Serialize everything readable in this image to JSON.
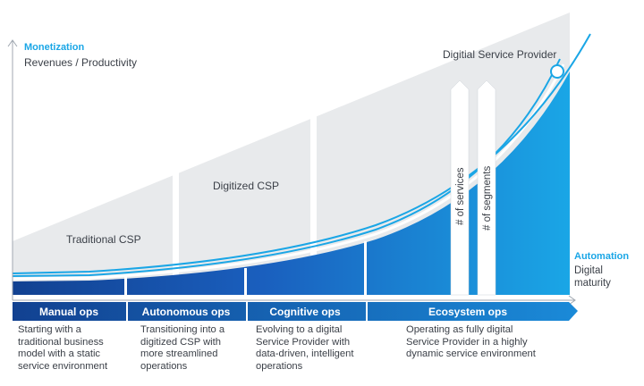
{
  "y_axis": {
    "title": "Monetization",
    "subtitle": "Revenues / Productivity"
  },
  "x_axis": {
    "title": "Automation",
    "subtitle_line1": "Digital",
    "subtitle_line2": "maturity"
  },
  "stages": [
    "Traditional CSP",
    "Digitized CSP",
    "Digitial Service Provider"
  ],
  "arrows": [
    "# of services",
    "# of segments"
  ],
  "phases": [
    {
      "label": "Manual ops",
      "description": [
        "Starting with a",
        "traditional business",
        "model with a static",
        "service environment"
      ]
    },
    {
      "label": "Autonomous ops",
      "description": [
        "Transitioning into a",
        "digitized CSP with",
        "more streamlined",
        "operations"
      ]
    },
    {
      "label": "Cognitive ops",
      "description": [
        "Evolving to a digital",
        "Service Provider with",
        "data-driven, intelligent",
        "operations"
      ]
    },
    {
      "label": "Ecosystem ops",
      "description": [
        "Operating as fully digital",
        "Service Provider in a highly",
        "dynamic service environment"
      ]
    }
  ],
  "colors": {
    "accent_blue": "#1aa6e6",
    "dark_blue": "#124191",
    "grey_area": "#e8eaec",
    "text": "#3a3f47"
  }
}
